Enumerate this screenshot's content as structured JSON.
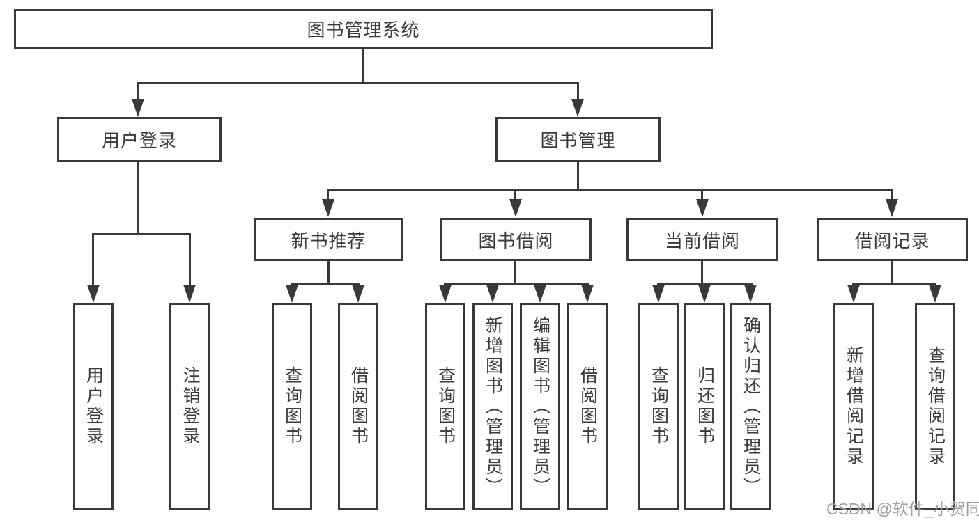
{
  "tree": {
    "root": {
      "label": "图书管理系统"
    },
    "branches": [
      {
        "label": "用户登录",
        "children": [
          {
            "label": "用户登录"
          },
          {
            "label": "注销登录"
          }
        ]
      },
      {
        "label": "图书管理",
        "children": [
          {
            "label": "新书推荐",
            "children": [
              {
                "label": "查询图书"
              },
              {
                "label": "借阅图书"
              }
            ]
          },
          {
            "label": "图书借阅",
            "children": [
              {
                "label": "查询图书"
              },
              {
                "label": "新增图书（管理员）"
              },
              {
                "label": "编辑图书（管理员）"
              },
              {
                "label": "借阅图书"
              }
            ]
          },
          {
            "label": "当前借阅",
            "children": [
              {
                "label": "查询图书"
              },
              {
                "label": "归还图书"
              },
              {
                "label": "确认归还（管理员）"
              }
            ]
          },
          {
            "label": "借阅记录",
            "children": [
              {
                "label": "新增借阅记录"
              },
              {
                "label": "查询借阅记录"
              }
            ]
          }
        ]
      }
    ]
  },
  "watermark": {
    "text": "CSDN @软件_小贺同学"
  },
  "colors": {
    "line": "#39393c",
    "text": "#3a3a40",
    "watermark": "#9e9ea6",
    "background": "#ffffff"
  }
}
